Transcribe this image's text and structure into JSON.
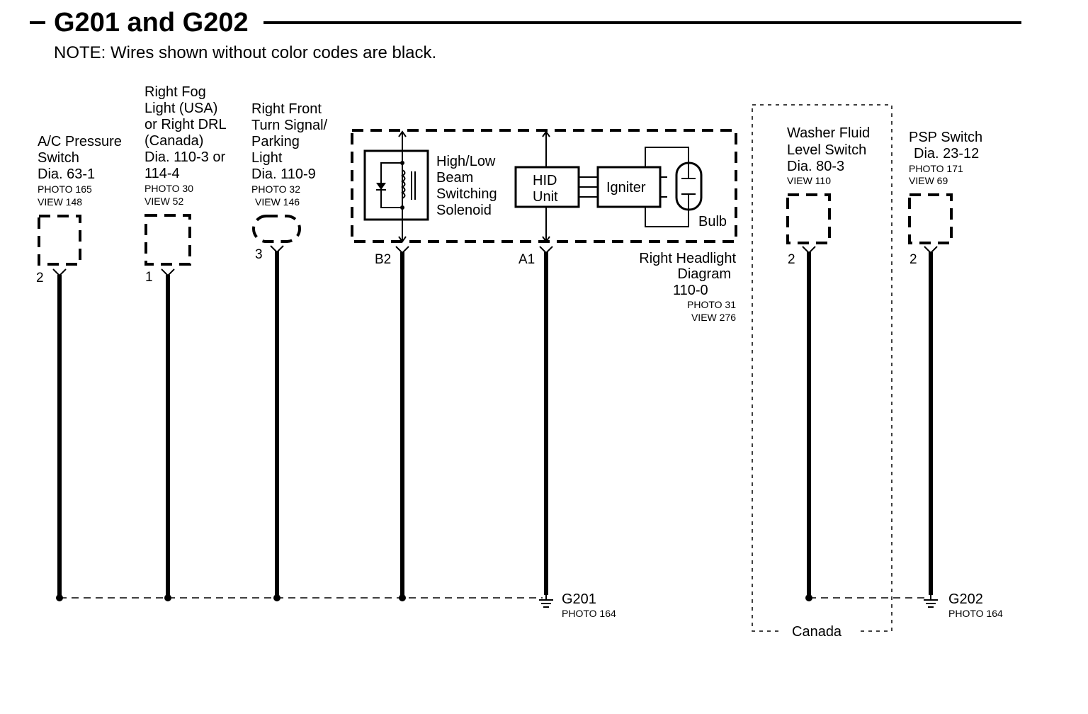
{
  "title": "G201 and G202",
  "note": "NOTE: Wires shown without color codes are black.",
  "components": {
    "ac_switch": {
      "lines": [
        "A/C Pressure",
        "Switch",
        "Dia. 63-1"
      ],
      "photo": "PHOTO 165",
      "view": "VIEW 148",
      "pin": "2"
    },
    "fog_light": {
      "lines": [
        "Right Fog",
        "Light (USA)",
        "or Right DRL",
        "(Canada)",
        "Dia. 110-3 or",
        "114-4"
      ],
      "photo": "PHOTO 30",
      "view": "VIEW 52",
      "pin": "1"
    },
    "turn_signal": {
      "lines": [
        "Right Front",
        "Turn Signal/",
        "Parking",
        "Light",
        "Dia. 110-9"
      ],
      "photo": "PHOTO 32",
      "view": "VIEW 146",
      "pin": "3"
    },
    "headlight": {
      "solenoid_lines": [
        "High/Low",
        "Beam",
        "Switching",
        "Solenoid"
      ],
      "hid_lines": [
        "HID",
        "Unit"
      ],
      "igniter": "Igniter",
      "bulb": "Bulb",
      "pin_b2": "B2",
      "pin_a1": "A1",
      "lines": [
        "Right Headlight",
        "Diagram",
        "110-0"
      ],
      "photo": "PHOTO 31",
      "view": "VIEW 276"
    },
    "washer_switch": {
      "lines": [
        "Washer Fluid",
        "Level Switch",
        "Dia. 80-3"
      ],
      "view": "VIEW 110",
      "pin": "2"
    },
    "psp_switch": {
      "lines": [
        "PSP Switch",
        "Dia. 23-12"
      ],
      "photo": "PHOTO 171",
      "view": "VIEW 69",
      "pin": "2"
    }
  },
  "grounds": {
    "g201": {
      "label": "G201",
      "photo": "PHOTO 164"
    },
    "g202": {
      "label": "G202",
      "photo": "PHOTO 164"
    }
  },
  "canada_region": "Canada"
}
